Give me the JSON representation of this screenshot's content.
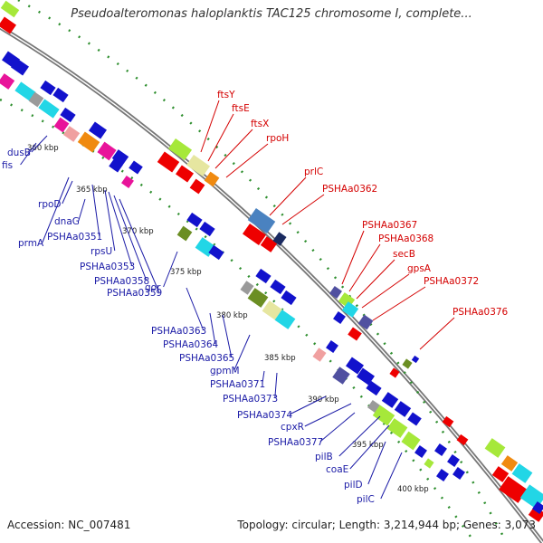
{
  "header": {
    "title": "Pseudoalteromonas haloplanktis TAC125 chromosome I, complete..."
  },
  "footer": {
    "accession": "Accession: NC_007481",
    "topology": "Topology: circular; Length: 3,214,944 bp; Genes: 3,073"
  },
  "ticks": [
    "360 kbp",
    "365 kbp",
    "370 kbp",
    "375 kbp",
    "380 kbp",
    "385 kbp",
    "390 kbp",
    "395 kbp",
    "400 kbp"
  ],
  "genes_left": [
    "fis",
    "dusB",
    "prmA",
    "rpoD",
    "dnaG",
    "PSHAa0351",
    "rpsU",
    "PSHAa0353",
    "PSHAa0358",
    "PSHAa0359",
    "gor",
    "PSHAa0363",
    "PSHAa0364",
    "PSHAa0365",
    "gpmM",
    "PSHAa0371",
    "PSHAa0373",
    "PSHAa0374",
    "cpxR",
    "PSHAa0377",
    "pilB",
    "coaE",
    "pilD",
    "pilC"
  ],
  "genes_right": [
    "ftsY",
    "ftsE",
    "ftsX",
    "rpoH",
    "prlC",
    "PSHAa0362",
    "PSHAa0367",
    "PSHAa0368",
    "secB",
    "gpsA",
    "PSHAa0372",
    "PSHAa0376"
  ],
  "colors": {
    "backbone": "#8c8c8c",
    "left_label": "#1a1aa6",
    "right_label": "#d40000",
    "dotted_track": "#2f8f2f",
    "blue_gene": "#1212cc",
    "red_gene": "#ee0000",
    "cyan_gene": "#22d6e6",
    "magenta_gene": "#e8149a",
    "orange_gene": "#f08a10",
    "lime_gene": "#a6e83a",
    "khaki_gene": "#e6e6a0",
    "olive_gene": "#6b8e23",
    "steel_gene": "#4a82c0",
    "slate_gene": "#5050a0",
    "navy_gene": "#1a2a60",
    "pink_gene": "#f0a0a0",
    "grey_gene": "#9a9a9a"
  }
}
